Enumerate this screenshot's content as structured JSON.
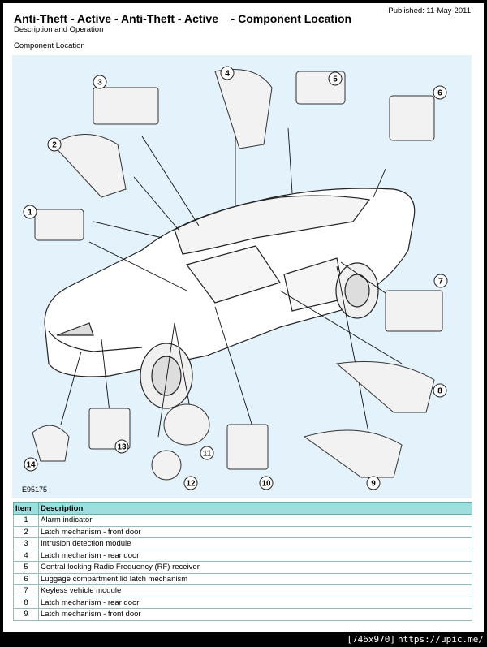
{
  "header": {
    "title": "Anti-Theft - Active - Anti-Theft - Active    - Component Location",
    "published": "Published: 11-May-2011",
    "section": "Description and Operation",
    "subsection": "Component Location"
  },
  "figure": {
    "id": "E95175",
    "callouts": [
      "1",
      "2",
      "3",
      "4",
      "5",
      "6",
      "7",
      "8",
      "9",
      "10",
      "11",
      "12",
      "13",
      "14"
    ]
  },
  "table": {
    "headers": [
      "Item",
      "Description"
    ],
    "rows": [
      {
        "item": "1",
        "description": "Alarm indicator"
      },
      {
        "item": "2",
        "description": "Latch mechanism - front door"
      },
      {
        "item": "3",
        "description": "Intrusion detection module"
      },
      {
        "item": "4",
        "description": "Latch mechanism - rear door"
      },
      {
        "item": "5",
        "description": "Central locking Radio Frequency (RF) receiver"
      },
      {
        "item": "6",
        "description": "Luggage compartment lid latch mechanism"
      },
      {
        "item": "7",
        "description": "Keyless vehicle module"
      },
      {
        "item": "8",
        "description": "Latch mechanism - rear door"
      },
      {
        "item": "9",
        "description": "Latch mechanism - front door"
      }
    ]
  },
  "footer": {
    "size": "[746x970]",
    "site": "https://upic.me/"
  }
}
